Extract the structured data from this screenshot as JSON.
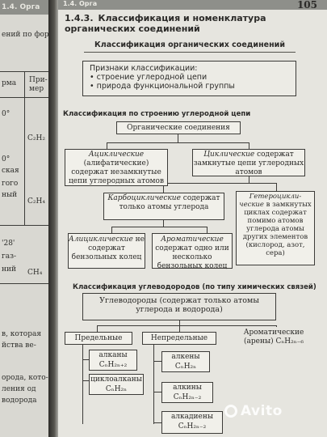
{
  "left_page": {
    "running_head": "1.4. Орга",
    "fragments": [
      "ений по фор-",
      "рма",
      "При-",
      "мер",
      "0°",
      "0°",
      "ская",
      "гого",
      "ный",
      "C₂H₂",
      "C₂H₄",
      "'28'",
      "газ-",
      "ний",
      "CH₄",
      "в, которая",
      "йства ве-",
      "орода, кото-",
      "ления од",
      "водорода"
    ]
  },
  "page": {
    "running_head": "1.4. Орга",
    "page_number": "105",
    "heading_number": "1.4.3.",
    "heading": "Классификация и номенклатура органических соединений",
    "subheading": "Классификация органических соединений",
    "features": {
      "title": "Признаки классификации:",
      "items": [
        "• строение углеродной цепи",
        "• природа функциональной группы"
      ]
    },
    "section1_title": "Классификация по строению углеродной цепи",
    "organic": "Органические соединения",
    "acyclic": {
      "term": "Ациклические",
      "rest": "(алифатические) содержат незамкнутые цепи углеродных атомов"
    },
    "cyclic": {
      "term": "Циклические",
      "rest": "содержат замкнутые цепи углеродных атомов"
    },
    "carbocyclic": {
      "term": "Карбоциклические",
      "rest": "содержат только атомы углерода"
    },
    "heterocyclic": {
      "term": "Гетероцикли-ческие",
      "rest": "в замкнутых циклах содержат помимо атомов углерода атомы других элементов (кислород, азот, сера)"
    },
    "alicyclic": {
      "term": "Алициклические",
      "rest": "не содержат бензольных колец"
    },
    "aromatic": {
      "term": "Ароматические",
      "rest": "содержат одно или несколько бензольных колец"
    },
    "section2_title": "Классификация углеводородов (по типу химических связей)",
    "hydrocarbons": "Углеводороды (содержат только атомы углерода и водорода)",
    "saturated": "Предельные",
    "unsaturated": "Непредельные",
    "arenes": "Ароматические (арены) CₙH₂ₙ₋₆",
    "alkanes": "алканы CₙH₂ₙ₊₂",
    "cycloalkanes": "циклоалканы CₙH₂ₙ",
    "alkenes": "алкены CₙH₂ₙ",
    "alkynes": "алкины CₙH₂ₙ₋₂",
    "alkadienes": "алкадиены CₙH₂ₙ₋₂"
  },
  "watermark": "Avito"
}
